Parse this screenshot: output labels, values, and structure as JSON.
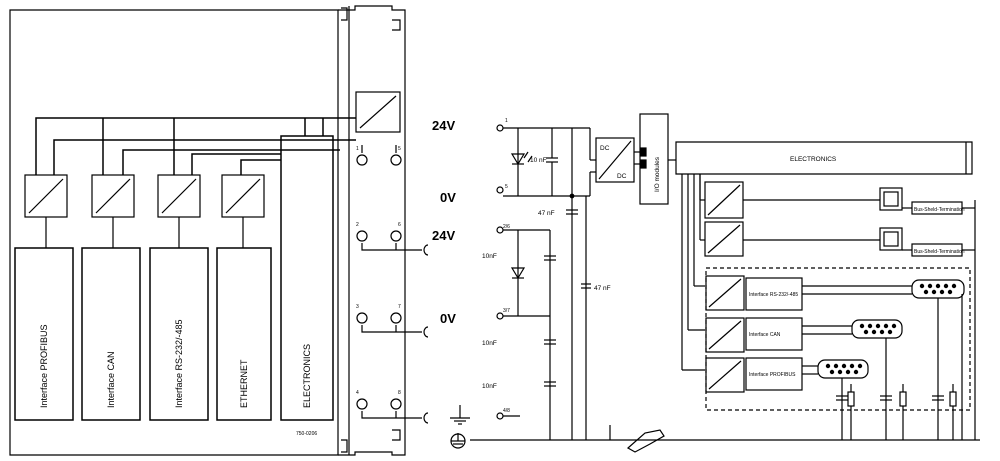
{
  "left_panel": {
    "modules": [
      {
        "label": "Interface PROFIBUS"
      },
      {
        "label": "Interface CAN"
      },
      {
        "label": "Interface RS-232/-485"
      },
      {
        "label": "ETHERNET"
      }
    ],
    "electronics_label": "ELECTRONICS",
    "part_number": "750-0206",
    "terminal_numbers": [
      "1",
      "5",
      "2",
      "6",
      "3",
      "7",
      "4",
      "8"
    ]
  },
  "supply_labels": {
    "v24_top": "24V",
    "v0_top": "0V",
    "v24_bottom": "24V",
    "v0_bottom": "0V"
  },
  "schematic": {
    "node_numbers": {
      "n1": "1",
      "n5": "5",
      "n26": "2/6",
      "n37": "3/7",
      "n48": "4/8"
    },
    "cap_labels": {
      "c1": "10 nF",
      "c2": "47 nF",
      "c3": "10nF",
      "c4": "47 nF",
      "c5": "10nF",
      "c6": "10nF"
    },
    "dcdc_top": "DC",
    "dcdc_bottom": "DC",
    "io_modules": "I/O modules",
    "electronics_bus": "ELECTRONICS",
    "termination_label": "Bus-Sheld-Termination",
    "iface_rs232": "Interface RS-232/-485",
    "iface_can": "Interface CAN",
    "iface_profibus": "Interface PROFIBUS"
  }
}
